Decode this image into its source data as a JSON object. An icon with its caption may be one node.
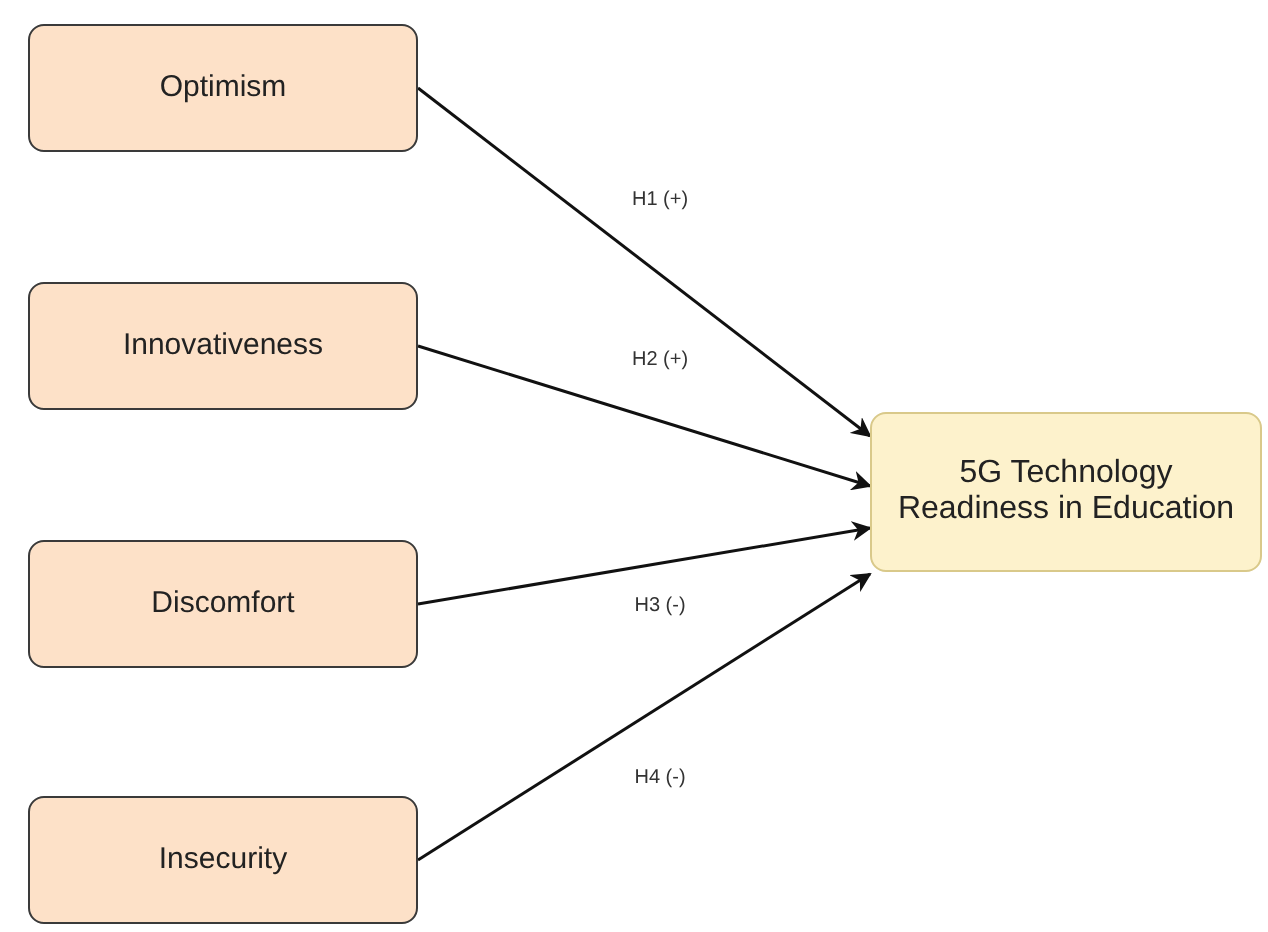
{
  "diagram": {
    "nodes": [
      {
        "text": [
          "Optimism"
        ]
      },
      {
        "text": [
          "Innovativeness"
        ]
      },
      {
        "text": [
          "Discomfort"
        ]
      },
      {
        "text": [
          "Insecurity"
        ]
      },
      {
        "text": [
          "5G Technology Readiness in Education"
        ]
      }
    ],
    "edges": [
      {
        "from": 0,
        "to": 4,
        "arrow": "to",
        "label": "H1 (+)"
      },
      {
        "from": 1,
        "to": 4,
        "arrow": "to",
        "label": "H2 (+)"
      },
      {
        "from": 2,
        "to": 4,
        "arrow": "to",
        "label": "H3 (-)"
      },
      {
        "from": 3,
        "to": 4,
        "arrow": "to",
        "label": "H4 (-)"
      }
    ]
  }
}
